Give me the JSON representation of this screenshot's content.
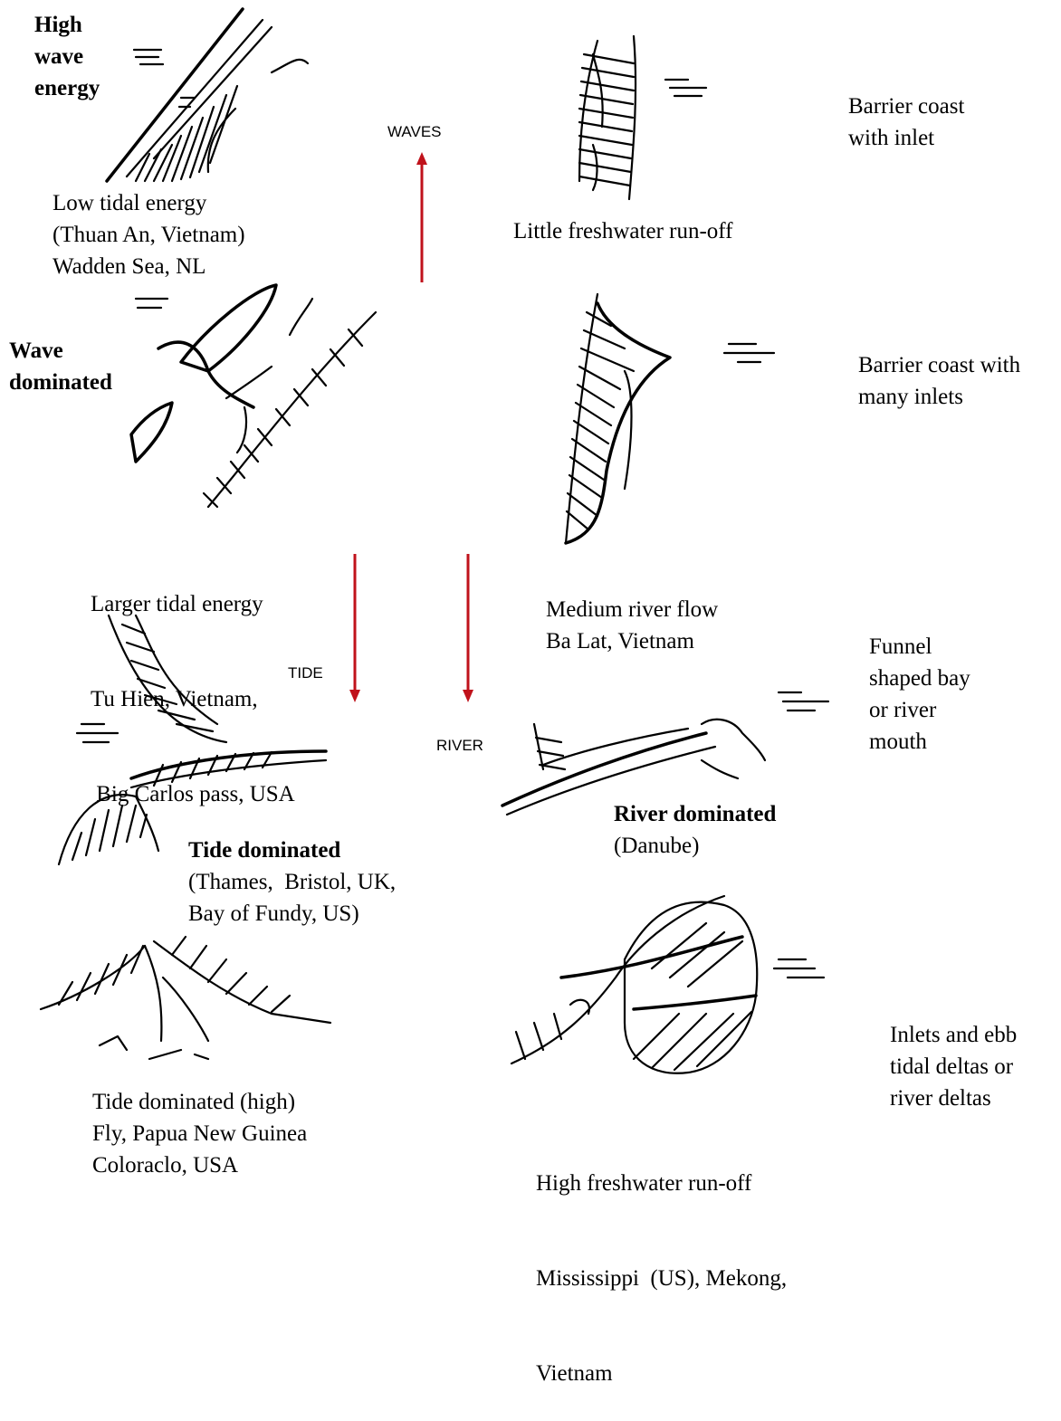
{
  "colors": {
    "arrow": "#c0121b",
    "ink": "#000000"
  },
  "arrows": {
    "waves_label": "WAVES",
    "tide_label": "TIDE",
    "river_label": "RIVER"
  },
  "left": {
    "high_wave": [
      "High",
      "wave",
      "energy"
    ],
    "low_tidal": [
      "Low tidal energy",
      "(Thuan An, Vietnam)",
      "Wadden Sea, NL"
    ],
    "wave_dominated": [
      "Wave",
      "dominated"
    ],
    "larger_tidal": [
      "Larger tidal energy",
      "Tu Hien, Vietnam,",
      " Big Carlos pass, USA"
    ],
    "tide_dominated_title": "Tide dominated",
    "tide_dominated": [
      "(Thames,  Bristol, UK,",
      "Bay of Fundy, US)"
    ],
    "tide_high": [
      "Tide dominated (high)",
      "Fly, Papua New Guinea",
      "Coloraclo, USA"
    ]
  },
  "middle": {
    "little_runoff": "Little freshwater run-off",
    "medium_river": [
      "Medium river flow",
      "Ba Lat, Vietnam"
    ],
    "river_dominated_title": "River dominated",
    "river_dominated": "(Danube)",
    "high_runoff": [
      "High freshwater run-off",
      "Mississippi  (US), Mekong,",
      "Vietnam"
    ]
  },
  "right": {
    "barrier_inlet": [
      "Barrier coast",
      "with inlet"
    ],
    "barrier_many": [
      "Barrier coast with",
      "many inlets"
    ],
    "funnel": [
      "Funnel",
      "shaped bay",
      "or river",
      "mouth"
    ],
    "inlets_deltas": [
      "Inlets and ebb",
      "tidal deltas or",
      "river deltas"
    ]
  }
}
